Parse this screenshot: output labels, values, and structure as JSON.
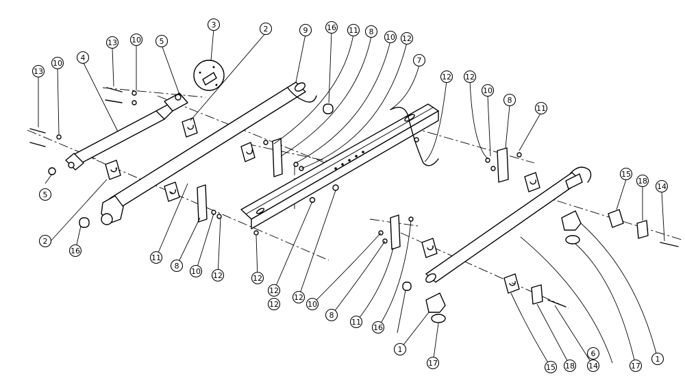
{
  "diagram": {
    "callouts": [
      {
        "label": "1"
      },
      {
        "label": "1"
      },
      {
        "label": "2"
      },
      {
        "label": "2"
      },
      {
        "label": "3"
      },
      {
        "label": "4"
      },
      {
        "label": "5"
      },
      {
        "label": "5"
      },
      {
        "label": "6"
      },
      {
        "label": "7"
      },
      {
        "label": "8"
      },
      {
        "label": "8"
      },
      {
        "label": "8"
      },
      {
        "label": "8"
      },
      {
        "label": "9"
      },
      {
        "label": "10"
      },
      {
        "label": "10"
      },
      {
        "label": "10"
      },
      {
        "label": "10"
      },
      {
        "label": "10"
      },
      {
        "label": "10"
      },
      {
        "label": "11"
      },
      {
        "label": "11"
      },
      {
        "label": "11"
      },
      {
        "label": "11"
      },
      {
        "label": "12"
      },
      {
        "label": "12"
      },
      {
        "label": "12"
      },
      {
        "label": "12"
      },
      {
        "label": "12"
      },
      {
        "label": "12"
      },
      {
        "label": "12"
      },
      {
        "label": "12"
      },
      {
        "label": "13"
      },
      {
        "label": "13"
      },
      {
        "label": "14"
      },
      {
        "label": "14"
      },
      {
        "label": "15"
      },
      {
        "label": "15"
      },
      {
        "label": "16"
      },
      {
        "label": "16"
      },
      {
        "label": "16"
      },
      {
        "label": "17"
      },
      {
        "label": "17"
      },
      {
        "label": "18"
      },
      {
        "label": "18"
      }
    ]
  }
}
